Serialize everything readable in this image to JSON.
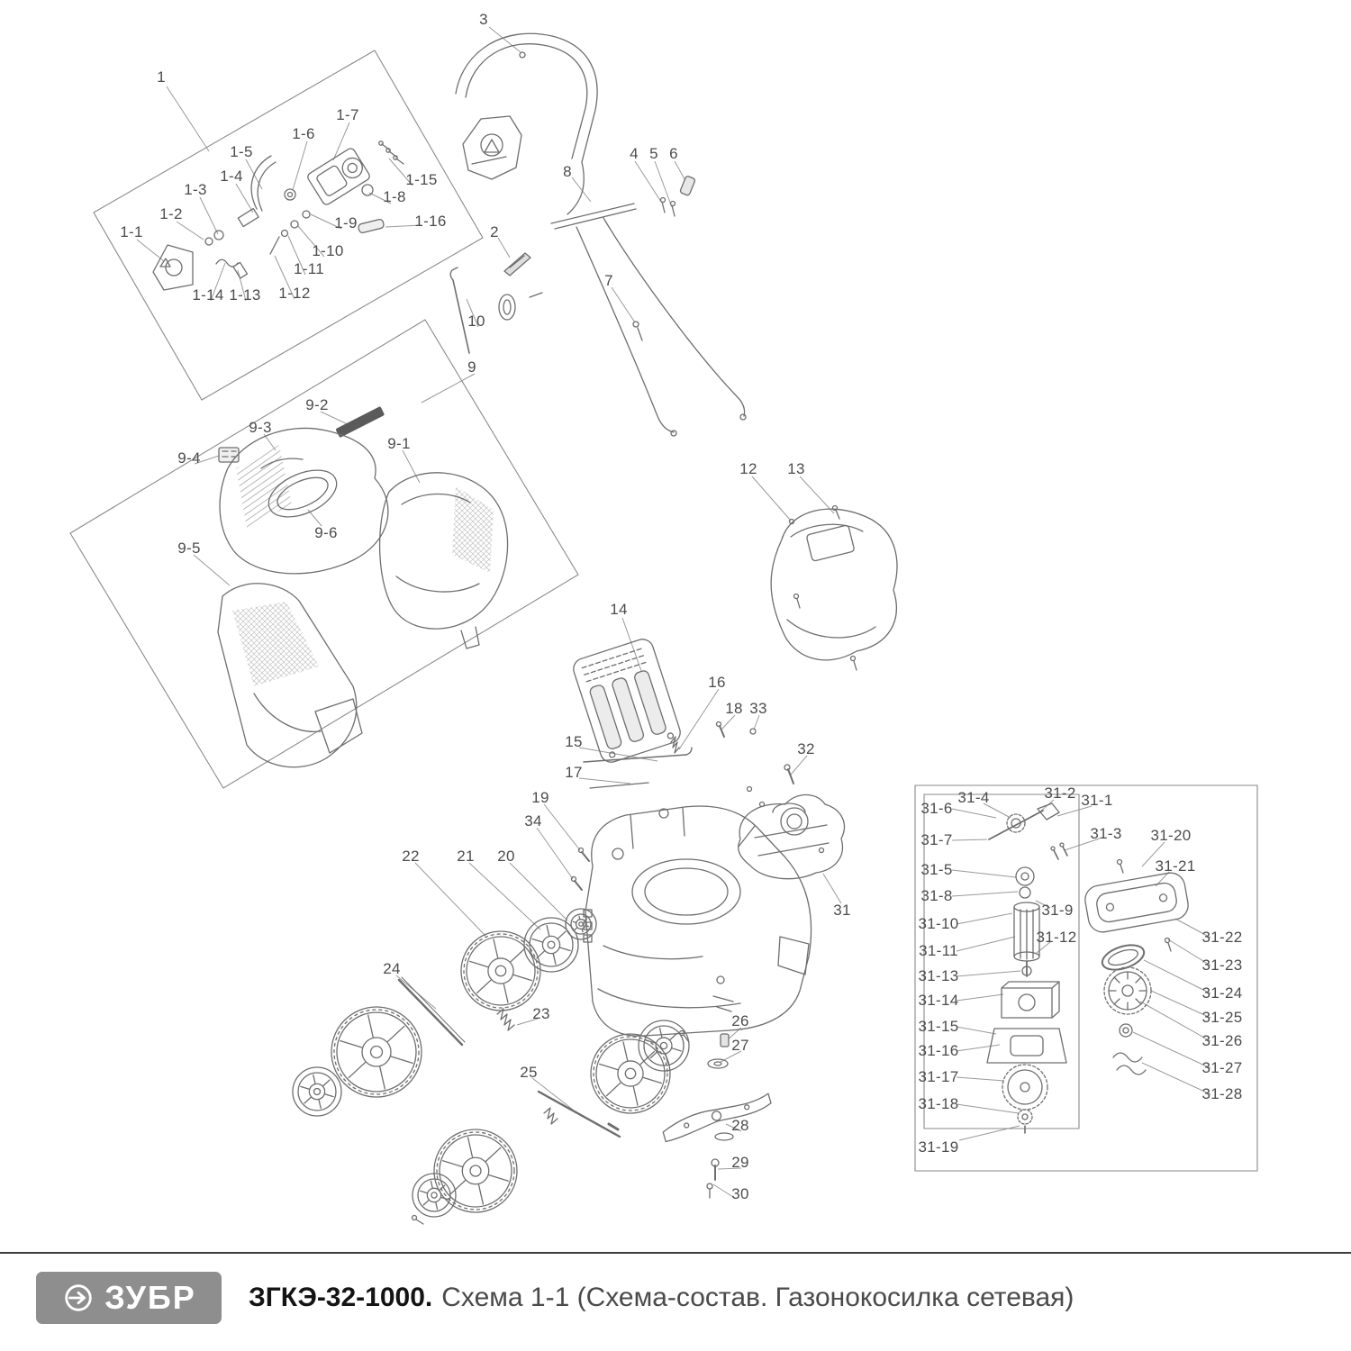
{
  "callouts": [
    "1",
    "1-7",
    "1-6",
    "1-5",
    "1-15",
    "1-4",
    "1-3",
    "1-8",
    "1-2",
    "1-9",
    "1-16",
    "1-1",
    "1-10",
    "1-11",
    "1-14",
    "1-13",
    "1-12",
    "3",
    "8",
    "4",
    "5",
    "6",
    "2",
    "7",
    "10",
    "9",
    "9-2",
    "9-3",
    "9-1",
    "9-4",
    "9-6",
    "9-5",
    "12",
    "13",
    "14",
    "16",
    "18",
    "33",
    "15",
    "32",
    "17",
    "19",
    "34",
    "22",
    "21",
    "20",
    "31",
    "24",
    "23",
    "26",
    "27",
    "25",
    "28",
    "29",
    "30",
    "31-6",
    "31-4",
    "31-2",
    "31-1",
    "31-7",
    "31-3",
    "31-20",
    "31-5",
    "31-21",
    "31-8",
    "31-9",
    "31-10",
    "31-12",
    "31-22",
    "31-11",
    "31-23",
    "31-13",
    "31-24",
    "31-14",
    "31-25",
    "31-15",
    "31-26",
    "31-16",
    "31-27",
    "31-17",
    "31-28",
    "31-18",
    "31-19"
  ],
  "footer": {
    "logo_text": "ЗУБР",
    "model": "ЗГКЭ-32-1000.",
    "scheme": "Схема 1-1 (Схема-состав. Газонокосилка сетевая)"
  }
}
